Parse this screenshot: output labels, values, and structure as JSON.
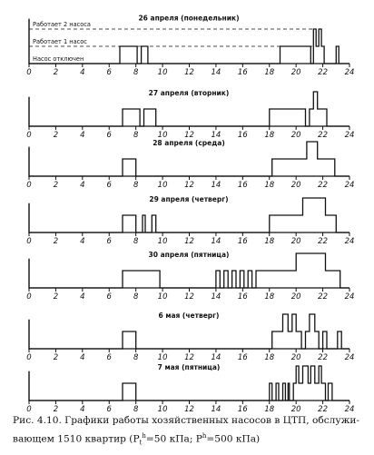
{
  "chart_data": {
    "type": "line",
    "subtype": "step",
    "x_ticks": [
      0,
      2,
      4,
      6,
      8,
      10,
      12,
      14,
      16,
      18,
      20,
      22,
      24
    ],
    "xlim": [
      0,
      24
    ],
    "level_labels": [
      "Насос отключен",
      "Работает 1 насос",
      "Работает 2 насоса"
    ],
    "levels": [
      0,
      1,
      2
    ],
    "panels": [
      {
        "title": "26 апреля (понедельник)",
        "steps": [
          [
            0,
            0
          ],
          [
            6.8,
            1
          ],
          [
            8.1,
            0
          ],
          [
            8.4,
            1
          ],
          [
            8.9,
            0
          ],
          [
            18.8,
            1
          ],
          [
            21.1,
            0
          ],
          [
            21.3,
            2
          ],
          [
            21.5,
            1
          ],
          [
            21.7,
            2
          ],
          [
            21.9,
            1
          ],
          [
            22.1,
            0
          ],
          [
            23.0,
            1
          ],
          [
            23.2,
            0
          ],
          [
            24,
            0
          ]
        ]
      },
      {
        "title": "27 апреля (вторник)",
        "steps": [
          [
            0,
            0
          ],
          [
            7.0,
            1
          ],
          [
            8.3,
            0
          ],
          [
            8.6,
            1
          ],
          [
            9.5,
            0
          ],
          [
            18.0,
            1
          ],
          [
            20.7,
            0
          ],
          [
            21.0,
            1
          ],
          [
            21.3,
            2
          ],
          [
            21.6,
            1
          ],
          [
            22.3,
            0
          ],
          [
            24,
            0
          ]
        ]
      },
      {
        "title": "28 апреля (среда)",
        "steps": [
          [
            0,
            0
          ],
          [
            7.0,
            1
          ],
          [
            8.0,
            0
          ],
          [
            18.2,
            1
          ],
          [
            20.8,
            2
          ],
          [
            21.6,
            1
          ],
          [
            22.9,
            0
          ],
          [
            24,
            0
          ]
        ]
      },
      {
        "title": "29 апреля (четверг)",
        "steps": [
          [
            0,
            0
          ],
          [
            7.0,
            1
          ],
          [
            8.0,
            0
          ],
          [
            8.5,
            1
          ],
          [
            8.7,
            0
          ],
          [
            9.2,
            1
          ],
          [
            9.5,
            0
          ],
          [
            18.0,
            1
          ],
          [
            20.5,
            2
          ],
          [
            22.2,
            1
          ],
          [
            23.0,
            0
          ],
          [
            24,
            0
          ]
        ]
      },
      {
        "title": "30 апреля (пятница)",
        "steps": [
          [
            0,
            0
          ],
          [
            7.0,
            1
          ],
          [
            9.8,
            0
          ],
          [
            14.0,
            1
          ],
          [
            14.3,
            0
          ],
          [
            14.6,
            1
          ],
          [
            14.9,
            0
          ],
          [
            15.2,
            1
          ],
          [
            15.5,
            0
          ],
          [
            15.8,
            1
          ],
          [
            16.1,
            0
          ],
          [
            16.4,
            1
          ],
          [
            16.7,
            0
          ],
          [
            17.0,
            1
          ],
          [
            18.0,
            1
          ],
          [
            20.0,
            2
          ],
          [
            22.2,
            1
          ],
          [
            23.3,
            0
          ],
          [
            24,
            0
          ]
        ]
      },
      {
        "title": "6 мая (четверг)",
        "steps": [
          [
            0,
            0
          ],
          [
            7.0,
            1
          ],
          [
            8.0,
            0
          ],
          [
            18.2,
            1
          ],
          [
            19.0,
            2
          ],
          [
            19.4,
            1
          ],
          [
            19.7,
            2
          ],
          [
            20.0,
            1
          ],
          [
            20.4,
            0
          ],
          [
            20.7,
            1
          ],
          [
            21.0,
            2
          ],
          [
            21.4,
            1
          ],
          [
            21.7,
            0
          ],
          [
            22.0,
            1
          ],
          [
            22.3,
            0
          ],
          [
            23.1,
            1
          ],
          [
            23.4,
            0
          ],
          [
            24,
            0
          ]
        ]
      },
      {
        "title": "7 мая (пятница)",
        "steps": [
          [
            0,
            0
          ],
          [
            7.0,
            1
          ],
          [
            8.0,
            0
          ],
          [
            18.0,
            1
          ],
          [
            18.2,
            0
          ],
          [
            18.5,
            1
          ],
          [
            18.7,
            0
          ],
          [
            19.0,
            1
          ],
          [
            19.2,
            0
          ],
          [
            19.4,
            1
          ],
          [
            19.5,
            0
          ],
          [
            19.8,
            1
          ],
          [
            20.0,
            2
          ],
          [
            20.2,
            1
          ],
          [
            20.5,
            2
          ],
          [
            20.9,
            1
          ],
          [
            21.1,
            2
          ],
          [
            21.4,
            1
          ],
          [
            21.7,
            2
          ],
          [
            21.9,
            1
          ],
          [
            22.2,
            0
          ],
          [
            22.4,
            1
          ],
          [
            22.7,
            0
          ],
          [
            24,
            0
          ]
        ]
      }
    ]
  },
  "caption": {
    "line1": "Рис. 4.10. Графики работы хозяйственных насосов в ЦТП, обслужи-",
    "line2_pre": "вающем 1510 квартир (P",
    "line2_sub": "t",
    "line2_sup": "h",
    "line2_mid": "=50 кПа; P",
    "line2_sup2": "h",
    "line2_post": "=500 кПа)"
  }
}
